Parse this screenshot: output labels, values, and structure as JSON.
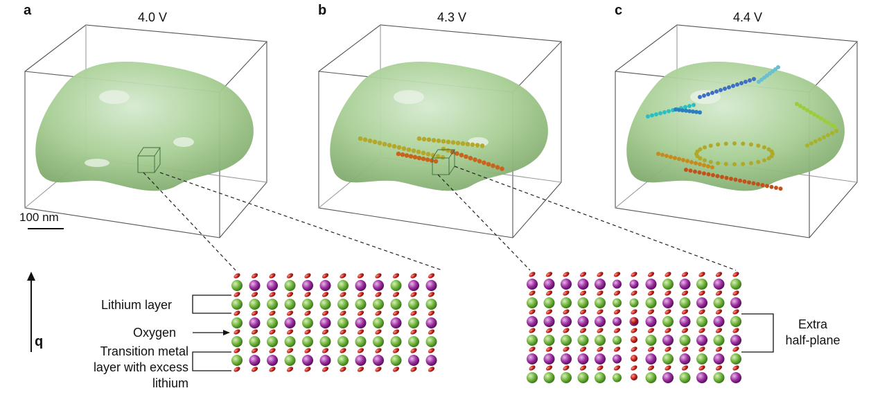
{
  "panels": [
    {
      "letter": "a",
      "voltage": "4.0 V"
    },
    {
      "letter": "b",
      "voltage": "4.3 V"
    },
    {
      "letter": "c",
      "voltage": "4.4 V"
    }
  ],
  "scale_bar": {
    "label": "100 nm"
  },
  "axis": {
    "label": "q"
  },
  "left_lattice_labels": {
    "lithium_layer": "Lithium layer",
    "oxygen": "Oxygen",
    "tm_layer": [
      "Transition metal",
      "layer with excess",
      "lithium"
    ]
  },
  "right_lattice_labels": {
    "extra_half_plane": [
      "Extra",
      "half-plane"
    ]
  },
  "colors": {
    "particle": "#a8cf95",
    "lithium_atom": "#6fb23c",
    "tm_atom": "#9a2f9e",
    "oxygen_atom": "#c8231b",
    "box_line": "#444444"
  }
}
